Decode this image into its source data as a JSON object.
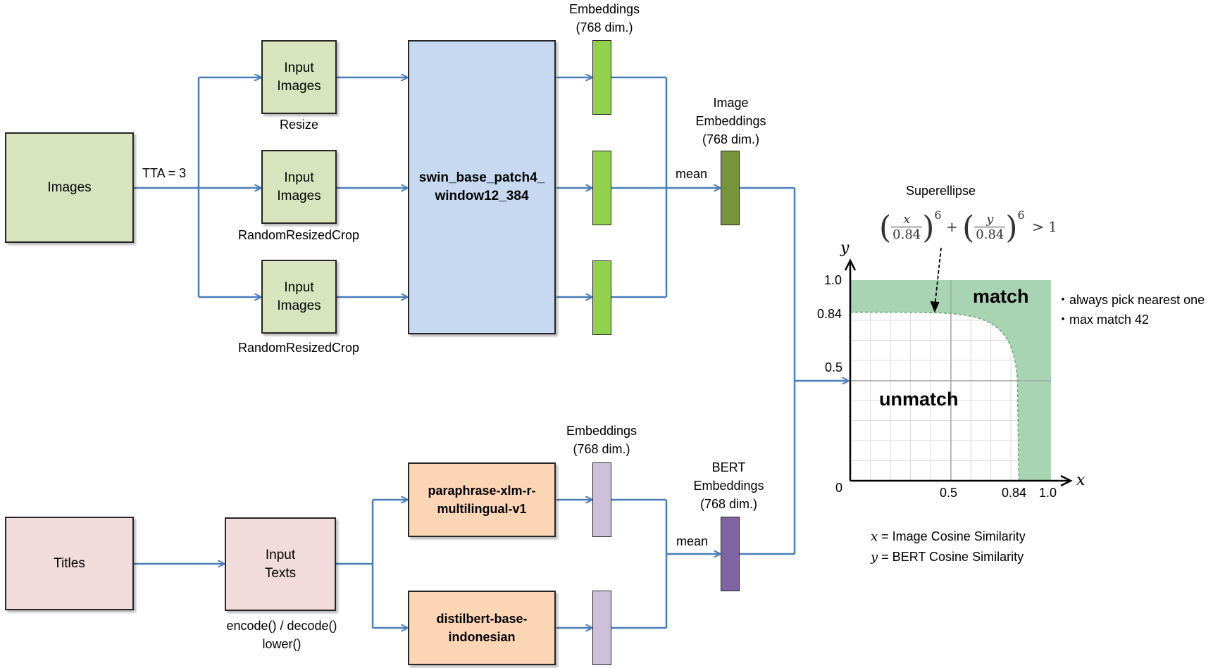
{
  "image_branch": {
    "source_label": "Images",
    "tta_label": "TTA = 3",
    "input_box_text": "Input\nImages",
    "aug_resize": "Resize",
    "aug_random_1": "RandomResizedCrop",
    "aug_random_2": "RandomResizedCrop",
    "backbone_label": "swin_base_patch4_\nwindow12_384",
    "embeddings_label": "Embeddings\n(768 dim.)",
    "mean_label": "mean",
    "image_embeddings_label": "Image\nEmbeddings\n(768 dim.)"
  },
  "text_branch": {
    "source_label": "Titles",
    "input_box_text": "Input\nTexts",
    "preprocess_label": "encode() / decode()\nlower()",
    "model_1_label": "paraphrase-xlm-r-\nmultilingual-v1",
    "model_2_label": "distilbert-base-\nindonesian",
    "embeddings_label": "Embeddings\n(768 dim.)",
    "mean_label": "mean",
    "bert_embeddings_label": "BERT\nEmbeddings\n(768 dim.)"
  },
  "decision_plot": {
    "superellipse_title": "Superellipse",
    "formula": {
      "x_var": "x",
      "y_var": "y",
      "denominator": "0.84",
      "exponent": "6",
      "plus": "+",
      "comparison": "> 1"
    },
    "threshold": 0.84,
    "exponent": 6,
    "x_axis_var": "x",
    "y_axis_var": "y",
    "origin_label": "0",
    "x_ticks": [
      "0.5",
      "0.84",
      "1.0"
    ],
    "y_ticks": [
      "1.0",
      "0.84",
      "0.5"
    ],
    "match_label": "match",
    "unmatch_label": "unmatch",
    "notes": [
      "・always pick nearest one",
      "・max match 42"
    ],
    "legend_x_var": "x",
    "legend_x_text": " = Image Cosine Similarity",
    "legend_y_var": "y",
    "legend_y_text": " = BERT Cosine Similarity"
  },
  "colors": {
    "arrow": "#4a7ebb",
    "image_input_fill": "#d7e4bd",
    "text_input_fill": "#f2dcdb",
    "backbone_fill": "#c6d9f1",
    "text_model_fill": "#fcd5b5",
    "image_embedding_fill": "#92d050",
    "image_mean_embedding_fill": "#77933c",
    "text_embedding_fill": "#ccc1da",
    "bert_embedding_fill": "#8064a2",
    "match_region_fill": "#a9d4b4"
  }
}
